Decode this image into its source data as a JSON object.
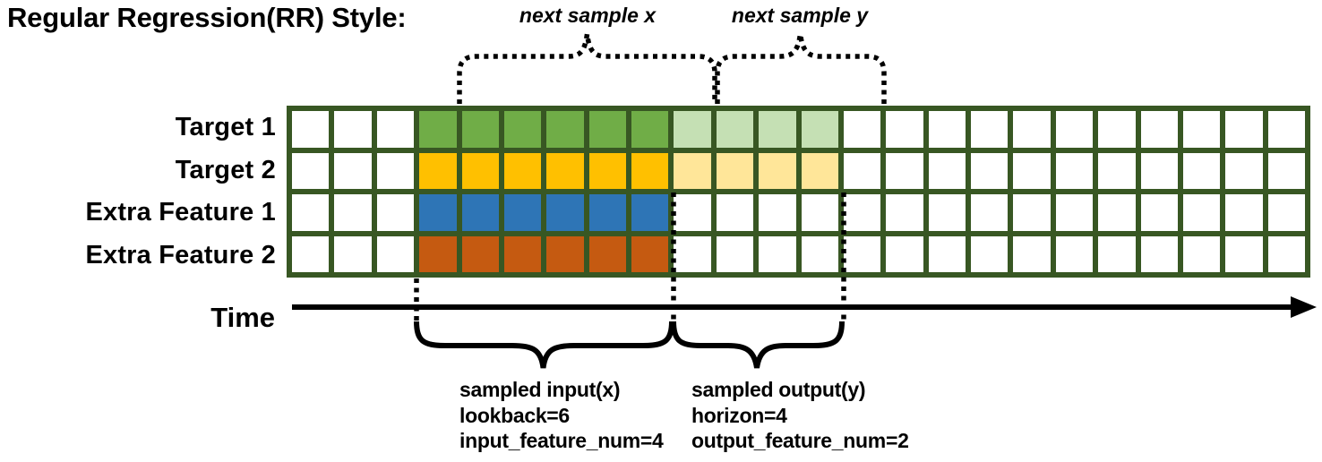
{
  "title": "Regular Regression(RR) Style:",
  "colors": {
    "ink": "#000000",
    "grid_line": "#385723",
    "target1_input": "#70AD47",
    "target1_output": "#C5E0B4",
    "target2_input": "#FFC000",
    "target2_output": "#FFE699",
    "feature1_input": "#2E75B6",
    "feature2_input": "#C55A11",
    "empty_cell": "#FFFFFF"
  },
  "annotations": {
    "next_sample_x": "next sample x",
    "next_sample_y": "next sample y"
  },
  "grid": {
    "columns": 24,
    "lookback_columns": {
      "start": 4,
      "count": 6
    },
    "horizon_columns": {
      "start": 10,
      "count": 4
    },
    "rows": [
      {
        "label": "Target 1",
        "dark_color": "#70AD47",
        "light_color": "#C5E0B4",
        "has_output": true
      },
      {
        "label": "Target 2",
        "dark_color": "#FFC000",
        "light_color": "#FFE699",
        "has_output": true
      },
      {
        "label": "Extra Feature 1",
        "dark_color": "#2E75B6",
        "light_color": null,
        "has_output": false
      },
      {
        "label": "Extra Feature 2",
        "dark_color": "#C55A11",
        "light_color": null,
        "has_output": false
      }
    ]
  },
  "time_axis": {
    "label": "Time"
  },
  "input_annotation": {
    "lines": [
      "sampled input(x)",
      "lookback=6",
      "input_feature_num=4"
    ]
  },
  "output_annotation": {
    "lines": [
      "sampled output(y)",
      "horizon=4",
      "output_feature_num=2"
    ]
  }
}
